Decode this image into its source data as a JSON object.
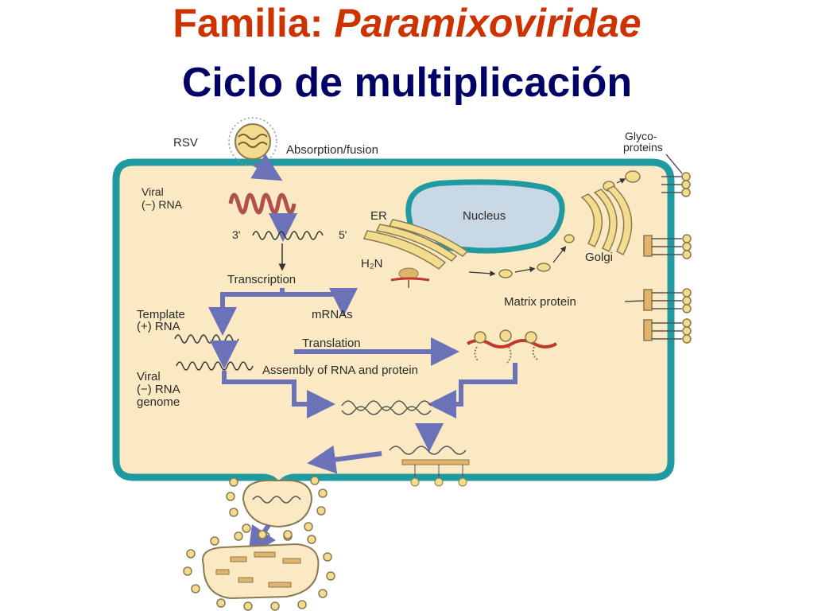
{
  "slide": {
    "title_prefix": "Familia: ",
    "title_italic": "Paramixoviridae",
    "subtitle": "Ciclo de multiplicación"
  },
  "diagram": {
    "labels": {
      "rsv": "RSV",
      "absorption": "Absorption/fusion",
      "glyco1": "Glyco-",
      "glyco2": "proteins",
      "viral_rna1": "Viral",
      "viral_rna2": "(−) RNA",
      "er": "ER",
      "nucleus": "Nucleus",
      "h2n": "H₂N",
      "golgi": "Golgi",
      "three_prime": "3'",
      "five_prime": "5'",
      "transcription": "Transcription",
      "template1": "Template",
      "template2": "(+) RNA",
      "mrnas": "mRNAs",
      "matrix": "Matrix protein",
      "translation": "Translation",
      "assembly": "Assembly of RNA and protein",
      "genome1": "Viral",
      "genome2": "(−) RNA",
      "genome3": "genome"
    },
    "colors": {
      "membrane": "#1f9aa0",
      "cytoplasm": "#fbe9c4",
      "nucleus": "#c8d8e4",
      "arrow": "#6b72b8",
      "rna": "#b0504a",
      "vesicle": "#f3dc8e"
    }
  }
}
